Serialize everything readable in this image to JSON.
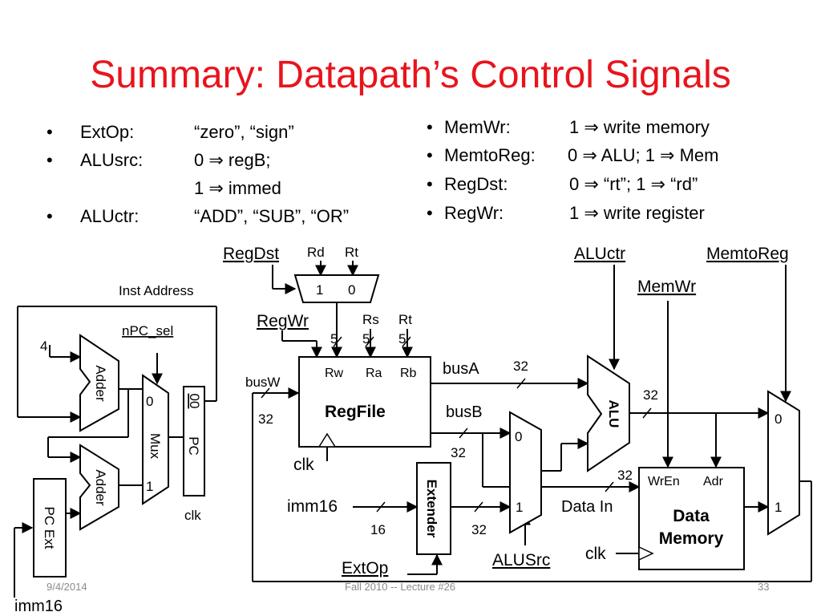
{
  "title": "Summary: Datapath’s Control Signals",
  "left_bullets": [
    {
      "name": "ExtOp:",
      "value": "“zero”, “sign”"
    },
    {
      "name": "ALUsrc:",
      "value": "0 ⇒ regB;",
      "value2": "1 ⇒ immed"
    },
    {
      "name": "ALUctr:",
      "value": "“ADD”, “SUB”, “OR”"
    }
  ],
  "right_bullets": [
    {
      "name": "MemWr:",
      "value": "1 ⇒ write memory"
    },
    {
      "name": "MemtoReg:",
      "value": "0 ⇒ ALU; 1 ⇒ Mem"
    },
    {
      "name": "RegDst:",
      "value": "0 ⇒ “rt”; 1 ⇒ “rd”"
    },
    {
      "name": "RegWr:",
      "value": "1 ⇒ write register"
    }
  ],
  "bullet_char": "•",
  "diagram": {
    "inst_address": "Inst Address",
    "four": "4",
    "adder": "Adder",
    "npc_sel": "nPC_sel",
    "mux": "Mux",
    "zero": "0",
    "one": "1",
    "pc": "PC",
    "pc_bits": "00",
    "clk": "clk",
    "pc_ext": "PC Ext",
    "imm16": "imm16",
    "regdst": "RegDst",
    "rd": "Rd",
    "rt": "Rt",
    "rs": "Rs",
    "regwr": "RegWr",
    "five": "5",
    "rw": "Rw",
    "ra": "Ra",
    "rb": "Rb",
    "regfile": "RegFile",
    "busw": "busW",
    "busa": "busA",
    "busb": "busB",
    "w32": "32",
    "w16": "16",
    "extender": "Extender",
    "extop": "ExtOp",
    "alusrc": "ALUSrc",
    "aluctr": "ALUctr",
    "alu": "ALU",
    "memwr": "MemWr",
    "memtoreg": "MemtoReg",
    "wren": "WrEn",
    "adr": "Adr",
    "data_in": "Data In",
    "data_mem_1": "Data",
    "data_mem_2": "Memory"
  },
  "footer": {
    "date": "9/4/2014",
    "course": "Fall 2010 -- Lecture #26",
    "page": "33"
  },
  "colors": {
    "title": "#e8141c",
    "footer": "#8a8a8a"
  }
}
